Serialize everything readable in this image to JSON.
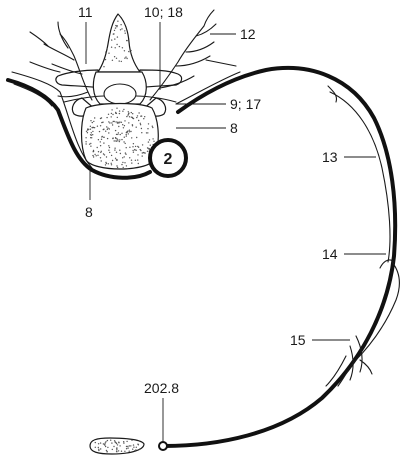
{
  "labels": {
    "l11": "11",
    "l10_18": "10; 18",
    "l12": "12",
    "l9_17": "9; 17",
    "l8_right": "8",
    "l8_left": "8",
    "l2": "2",
    "l13": "13",
    "l14": "14",
    "l15": "15",
    "l202_8": "202.8"
  },
  "colors": {
    "ink": "#1a1a1a",
    "stipple": "#555555",
    "background": "#ffffff"
  }
}
